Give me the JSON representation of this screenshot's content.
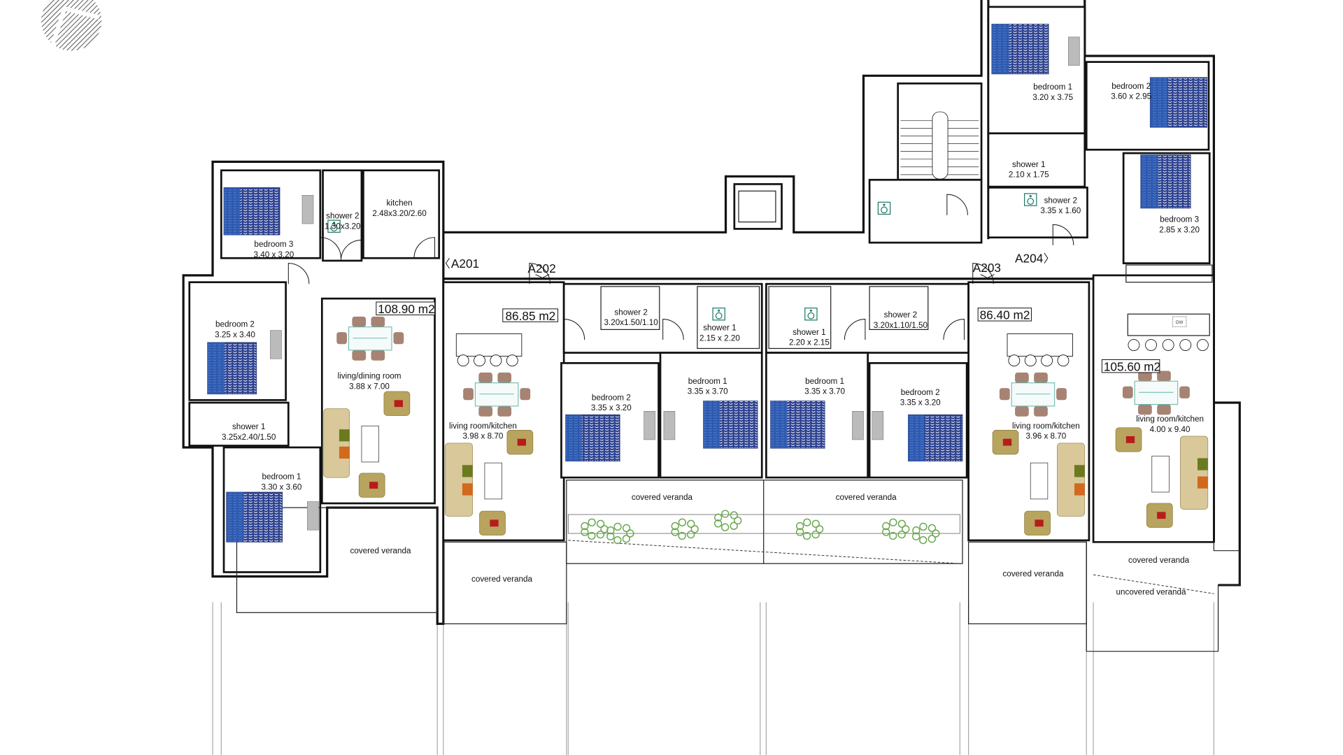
{
  "plan": {
    "colors": {
      "wall": "#111111",
      "bed": "#2a3f8f",
      "sofa": "#d9c89a",
      "armchair": "#b8a45e",
      "table": "#5fb3a6",
      "plant": "#6aa84f",
      "accessible": "#1f7a6a"
    },
    "logo": "logo-mark",
    "apartments": [
      {
        "id": "A201",
        "area": "108.90 m2",
        "rooms": [
          {
            "name": "bedroom 3",
            "size": "3.40 x 3.20"
          },
          {
            "name": "shower 2",
            "size": "1.30x3.20"
          },
          {
            "name": "kitchen",
            "size": "2.48x3.20/2.60"
          },
          {
            "name": "bedroom 2",
            "size": "3.25 x 3.40"
          },
          {
            "name": "shower 1",
            "size": "3.25x2.40/1.50"
          },
          {
            "name": "bedroom 1",
            "size": "3.30 x 3.60"
          },
          {
            "name": "living/dining room",
            "size": "3.88 x 7.00"
          }
        ],
        "veranda": "covered veranda"
      },
      {
        "id": "A202",
        "area": "86.85 m2",
        "rooms": [
          {
            "name": "shower 2",
            "size": "3.20x1.50/1.10"
          },
          {
            "name": "shower 1",
            "size": "2.15 x 2.20"
          },
          {
            "name": "bedroom 2",
            "size": "3.35 x 3.20"
          },
          {
            "name": "bedroom 1",
            "size": "3.35 x 3.70"
          },
          {
            "name": "living room/kitchen",
            "size": "3.98 x 8.70"
          }
        ],
        "veranda": "covered veranda",
        "shared_veranda": "covered veranda"
      },
      {
        "id": "A203",
        "area": "86.40 m2",
        "rooms": [
          {
            "name": "shower 1",
            "size": "2.20 x 2.15"
          },
          {
            "name": "shower 2",
            "size": "3.20x1.10/1.50"
          },
          {
            "name": "bedroom 1",
            "size": "3.35 x 3.70"
          },
          {
            "name": "bedroom 2",
            "size": "3.35 x 3.20"
          },
          {
            "name": "living room/kitchen",
            "size": "3.96 x 8.70"
          }
        ],
        "veranda": "covered veranda",
        "shared_veranda": "covered veranda"
      },
      {
        "id": "A204",
        "area": "105.60 m2",
        "rooms": [
          {
            "name": "bedroom 1",
            "size": "3.20 x 3.75"
          },
          {
            "name": "bedroom 2",
            "size": "3.60 x 2.95"
          },
          {
            "name": "shower 1",
            "size": "2.10 x 1.75"
          },
          {
            "name": "shower 2",
            "size": "3.35 x 1.60"
          },
          {
            "name": "bedroom 3",
            "size": "2.85 x 3.20"
          },
          {
            "name": "living room/kitchen",
            "size": "4.00 x 9.40"
          }
        ],
        "veranda": "covered veranda",
        "uncovered_veranda": "uncovered veranda",
        "dishwasher": "DW"
      }
    ]
  }
}
